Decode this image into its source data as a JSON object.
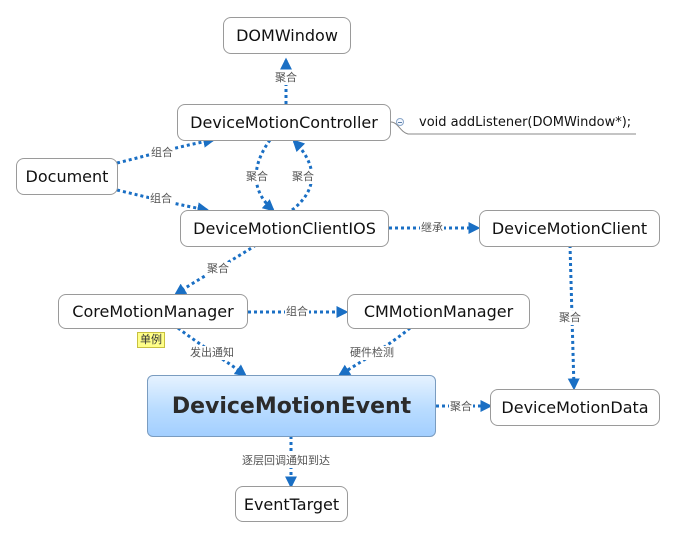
{
  "nodes": {
    "domwindow": "DOMWindow",
    "controller": "DeviceMotionController",
    "document": "Document",
    "clientios": "DeviceMotionClientIOS",
    "client": "DeviceMotionClient",
    "coremotion": "CoreMotionManager",
    "cmmotion": "CMMotionManager",
    "event": "DeviceMotionEvent",
    "data": "DeviceMotionData",
    "target": "EventTarget"
  },
  "edges": {
    "controller_domwindow": "聚合",
    "document_controller": "组合",
    "document_clientios": "组合",
    "controller_clientios": "聚合",
    "clientios_controller": "聚合",
    "clientios_client": "继承",
    "clientios_coremotion": "聚合",
    "coremotion_cmmotion": "组合",
    "coremotion_event": "发出通知",
    "cmmotion_event": "硬件检测",
    "client_data": "聚合",
    "event_data": "聚合",
    "event_target": "逐层回调通知到达"
  },
  "note": "void addListener(DOMWindow*);",
  "singleton_tag": "单例",
  "colors": {
    "link": "#1a6fc4",
    "box_border": "#9a9a9a",
    "main_top": "#e6f2ff",
    "main_bottom": "#a3cfff",
    "tag": "#ffff88"
  }
}
